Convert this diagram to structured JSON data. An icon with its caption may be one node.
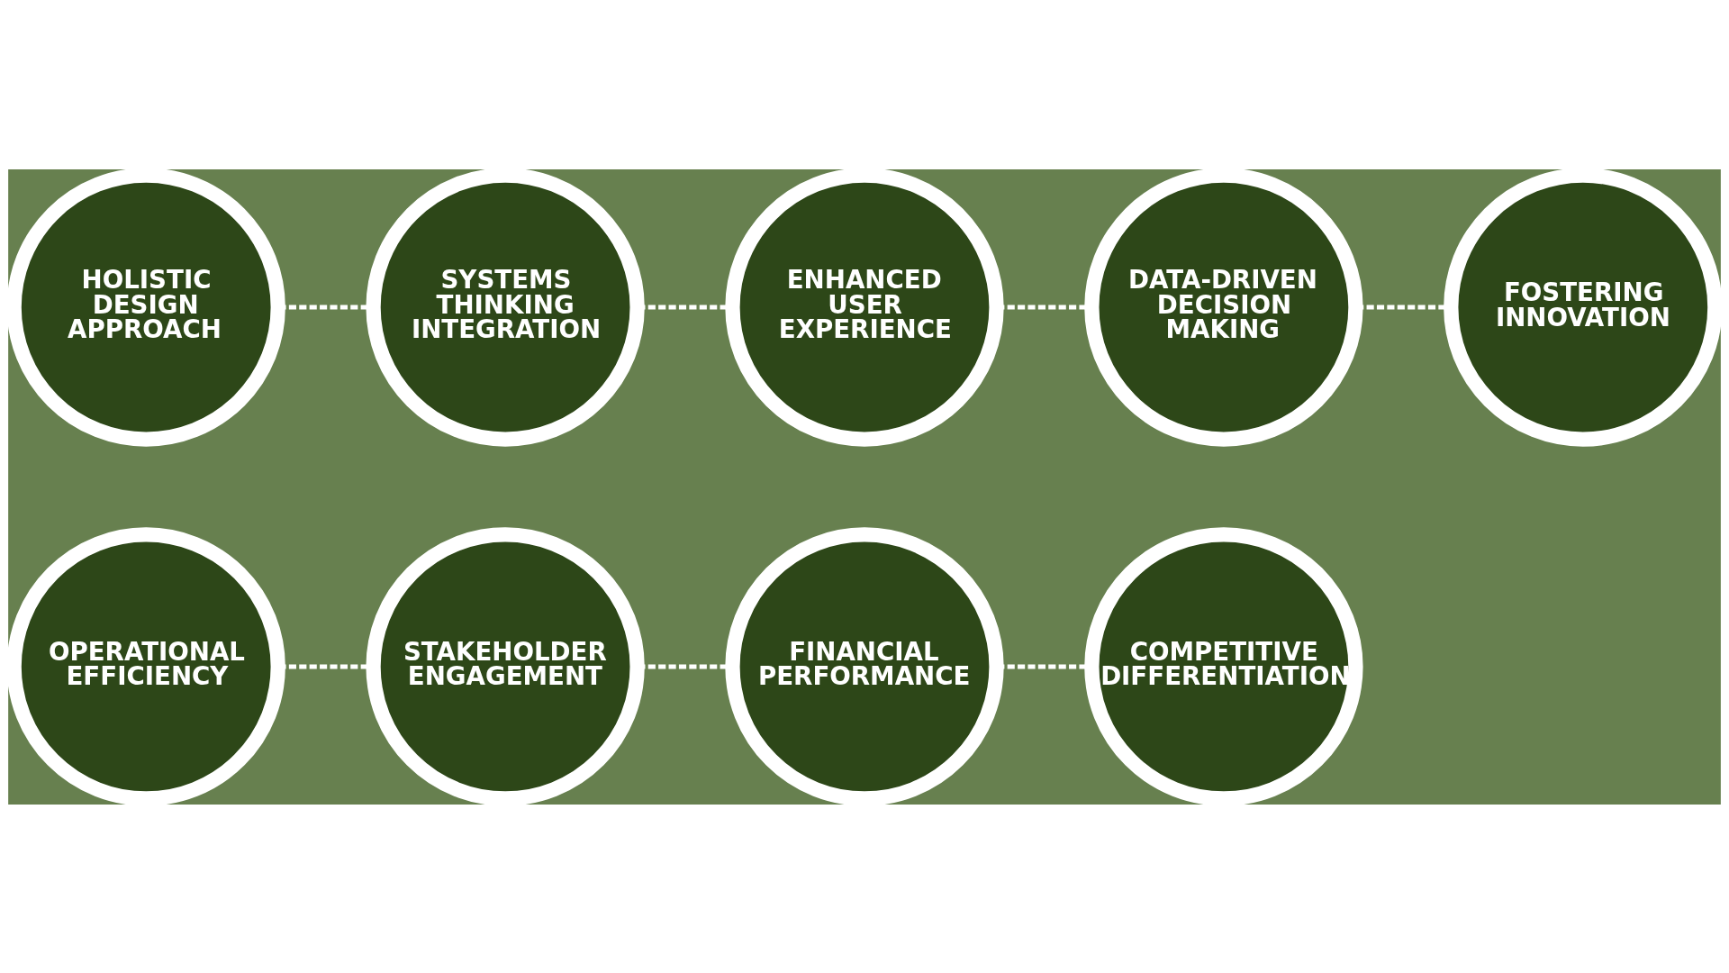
{
  "diagram": {
    "nodes": [
      {
        "text": [
          "HOLISTIC DESIGN APPROACH"
        ]
      },
      {
        "text": [
          "SYSTEMS THINKING INTEGRATION"
        ]
      },
      {
        "text": [
          "ENHANCED USER EXPERIENCE"
        ]
      },
      {
        "text": [
          "DATA-DRIVEN DECISION MAKING"
        ]
      },
      {
        "text": [
          "FOSTERING INNOVATION"
        ]
      },
      {
        "text": [
          "OPERATIONAL EFFICIENCY"
        ]
      },
      {
        "text": [
          "STAKEHOLDER ENGAGEMENT"
        ]
      },
      {
        "text": [
          "FINANCIAL PERFORMANCE"
        ]
      },
      {
        "text": [
          "COMPETITIVE DIFFERENTIATION"
        ]
      }
    ],
    "edges": [
      {
        "from": 0,
        "to": 1,
        "arrow": "none",
        "style": "dashed"
      },
      {
        "from": 1,
        "to": 2,
        "arrow": "none",
        "style": "dashed"
      },
      {
        "from": 2,
        "to": 3,
        "arrow": "none",
        "style": "dashed"
      },
      {
        "from": 3,
        "to": 4,
        "arrow": "none",
        "style": "dashed"
      },
      {
        "from": 5,
        "to": 6,
        "arrow": "none",
        "style": "dashed"
      },
      {
        "from": 6,
        "to": 7,
        "arrow": "none",
        "style": "dashed"
      },
      {
        "from": 7,
        "to": 8,
        "arrow": "none",
        "style": "dashed"
      }
    ]
  }
}
